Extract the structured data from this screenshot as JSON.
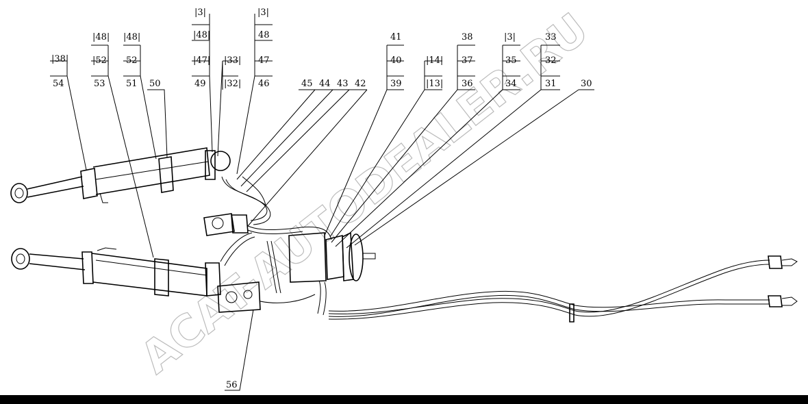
{
  "labels": {
    "l54": "54",
    "l38b": "|38|",
    "l53": "53",
    "l52b": "|52|",
    "l48b1": "|48|",
    "l51": "51",
    "l52": "52",
    "l48b2": "|48|",
    "l50": "50",
    "l49": "49",
    "l47b": "|47|",
    "l48b3": "|48|",
    "l3b1": "|3|",
    "l32b": "|32|",
    "l33b": "|33|",
    "l46": "46",
    "l47": "47",
    "l48": "48",
    "l3b2": "|3|",
    "l45": "45",
    "l44": "44",
    "l43": "43",
    "l42": "42",
    "l39": "39",
    "l40": "40",
    "l41": "41",
    "l13b": "|13|",
    "l14b": "|14|",
    "l36": "36",
    "l37": "37",
    "l38": "38",
    "l34": "34",
    "l35": "35",
    "l3b3": "|3|",
    "l31": "31",
    "l32": "32",
    "l33": "33",
    "l30": "30",
    "l56": "56"
  },
  "watermark": "ACAT-AUTODEALER.RU",
  "colors": {
    "line": "#000000",
    "watermark": "#bbbbbb",
    "background": "#ffffff"
  }
}
